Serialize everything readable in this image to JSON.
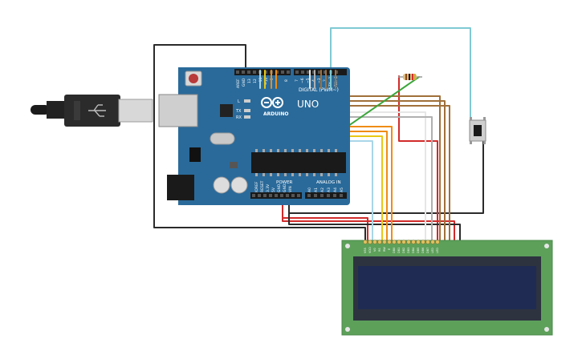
{
  "board": {
    "brand": "ARDUINO",
    "model": "UNO",
    "digital_label": "DIGITAL (PWM~)",
    "power_label": "POWER",
    "analog_label": "ANALOG IN",
    "aref_label": "AREF",
    "gnd_label": "GND",
    "pin13_label": "13",
    "pin12_label": "12",
    "pin11_label": "~11",
    "pin10_label": "~10",
    "pin9_label": "~9",
    "pin8_label": "8",
    "pin7_label": "7",
    "pin6_label": "~6",
    "pin5_label": "~5",
    "pin4_label": "4",
    "pin3_label": "~3",
    "pin2_label": "2",
    "tx_pin_label": "TX→1",
    "rx_pin_label": "RX←0",
    "led_l_label": "L",
    "led_tx_label": "TX",
    "led_rx_label": "RX",
    "ioref_label": "IOREF",
    "reset_label": "RESET",
    "v33_label": "3.3V",
    "v5_label": "5V",
    "gnd1_label": "GND",
    "gnd2_label": "GND",
    "vin_label": "VIN",
    "a0_label": "A0",
    "a1_label": "A1",
    "a2_label": "A2",
    "a3_label": "A3",
    "a4_label": "A4",
    "a5_label": "A5"
  },
  "lcd": {
    "pin_vss": "VSS",
    "pin_vdd": "VDD",
    "pin_v0": "V0",
    "pin_rs": "RS",
    "pin_rw": "RW",
    "pin_e": "E",
    "pin_db0": "DB0",
    "pin_db1": "DB1",
    "pin_db2": "DB2",
    "pin_db3": "DB3",
    "pin_db4": "DB4",
    "pin_db5": "DB5",
    "pin_db6": "DB6",
    "pin_db7": "DB7",
    "pin_led_a": "LED",
    "pin_led_k": "LED"
  },
  "colors": {
    "board": "#2a6a9a",
    "lcd_board": "#5da05a",
    "lcd_screen": "#1f2b52",
    "wire_black": "#2b2b2b",
    "wire_red": "#d22a2a",
    "wire_orange": "#f08c12",
    "wire_yellow": "#e8c814",
    "wire_brown": "#a0703a",
    "wire_white": "#e6e6e6",
    "wire_gray": "#b0b0b0",
    "wire_cyan": "#7fc9d3",
    "wire_green": "#3aa63a"
  }
}
